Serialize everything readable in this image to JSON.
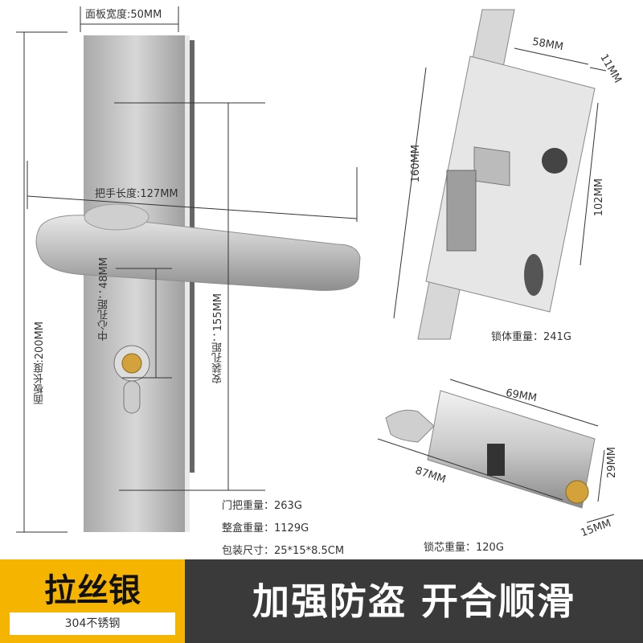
{
  "dimensions": {
    "panel_width": "面板宽度:50MM",
    "handle_length": "把手长度:127MM",
    "center_hole": "中心孔距：48MM",
    "install_hole": "安装孔距：155MM",
    "panel_length": "面板长度:200MM",
    "lock_body_w": "58MM",
    "lock_body_d": "11MM",
    "lock_body_h": "160MM",
    "lock_body_h2": "102MM",
    "cyl_len1": "69MM",
    "cyl_len2": "87MM",
    "cyl_h": "29MM",
    "cyl_d": "15MM"
  },
  "weights": {
    "lock_body": "锁体重量：241G",
    "handle": "门把重量：263G",
    "box": "整盒重量：1129G",
    "package": "包装尺寸：25*15*8.5CM",
    "cylinder": "锁芯重量：120G"
  },
  "badge": {
    "main": "拉丝银",
    "sub": "304不锈钢"
  },
  "slogan": "加强防盗 开合顺滑",
  "colors": {
    "badge": "#f5b400",
    "dark": "#3a3a3a"
  }
}
